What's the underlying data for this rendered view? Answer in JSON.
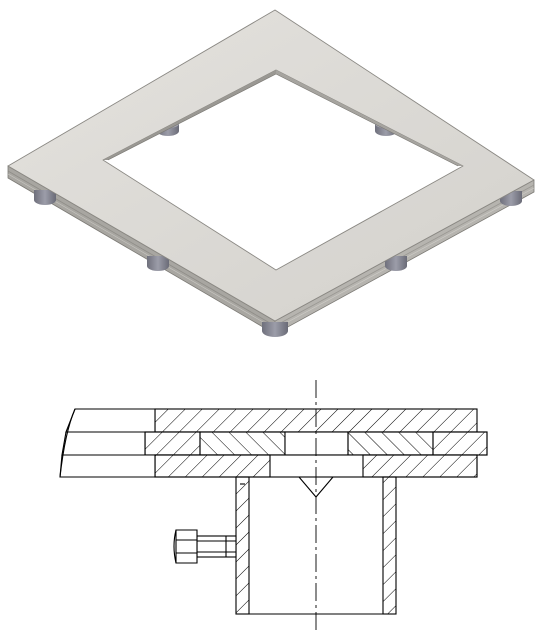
{
  "figure": {
    "views": [
      {
        "name": "isometric-view"
      },
      {
        "name": "section-view"
      }
    ],
    "colors": {
      "plate_top": "#dcdad6",
      "plate_edge": "#a9a7a2",
      "plate_edge_dark": "#8f8d88",
      "feet": "#8c8d98",
      "feet_dark": "#6e6f7a",
      "line": "#000000",
      "background": "#ffffff"
    },
    "isometric": {
      "feet_count": 8
    },
    "section": {
      "hatch": true,
      "centerline": true,
      "side_bolt": true
    }
  }
}
